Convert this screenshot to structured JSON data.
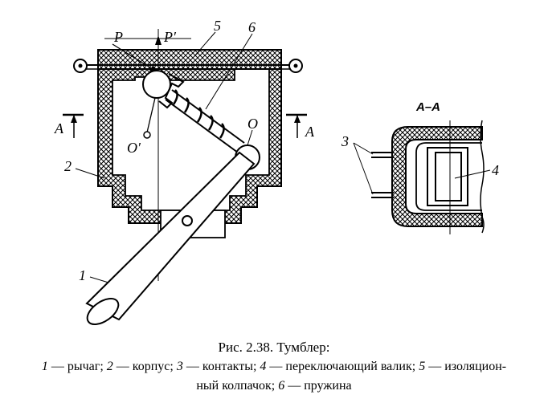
{
  "labels": {
    "force_p": "P",
    "force_p_prime": "P′",
    "pivot_o": "O",
    "pivot_o_prime": "O′",
    "section_a_left": "A",
    "section_a_right": "A",
    "section_title": "A–A",
    "n1": "1",
    "n2": "2",
    "n3": "3",
    "n4": "4",
    "n5": "5",
    "n6": "6"
  },
  "caption": {
    "title": "Рис. 2.38. Тумблер:",
    "items": [
      {
        "num": "1",
        "text": " — рычаг; "
      },
      {
        "num": "2",
        "text": " — корпус; "
      },
      {
        "num": "3",
        "text": " — контакты; "
      },
      {
        "num": "4",
        "text": " — переключающий валик; "
      },
      {
        "num": "5",
        "text": " — изоляцион-"
      }
    ],
    "line2_text": "ный колпачок; ",
    "line2_num": "6",
    "line2_tail": " — пружина"
  }
}
